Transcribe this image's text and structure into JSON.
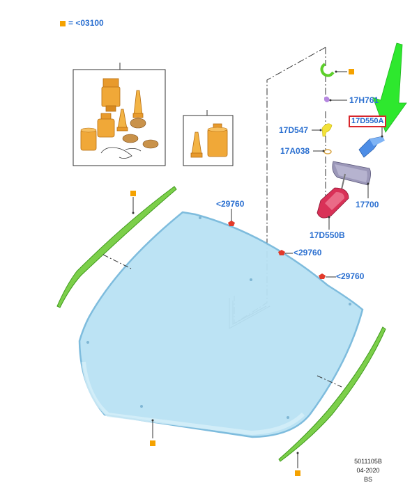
{
  "legend": {
    "marker_color": "#f5a200",
    "text": "= <03100"
  },
  "kit_labels": {
    "kit_a": "",
    "kit_b": ""
  },
  "part_labels": {
    "p17h761": "17H761",
    "p17d547": "17D547",
    "p17a038": "17A038",
    "p17d550a": "17D550A",
    "p17700": "17700",
    "p17d550b": "17D550B",
    "p29760_a": "<29760",
    "p29760_b": "<29760",
    "p29760_c": "<29760"
  },
  "footer": {
    "line1": "5011105B",
    "line2": "04-2020",
    "line3": "BS"
  },
  "colors": {
    "label_blue": "#2a6fd0",
    "label_red_bg": "#d8262b",
    "glass_fill": "#b9e2f4",
    "glass_stroke": "#78b9dc",
    "moulding_green": "#7ccf4a",
    "arrow_green": "#2ee82e",
    "kit_orange": "#f3a531",
    "pin_orange": "#f5a200"
  },
  "icons": {
    "arrow": "down-left-arrow-icon",
    "clip": "clip-icon",
    "mirror": "rear-view-mirror-icon",
    "cover": "mirror-cover-icon",
    "bracket": "mirror-bracket-icon"
  }
}
